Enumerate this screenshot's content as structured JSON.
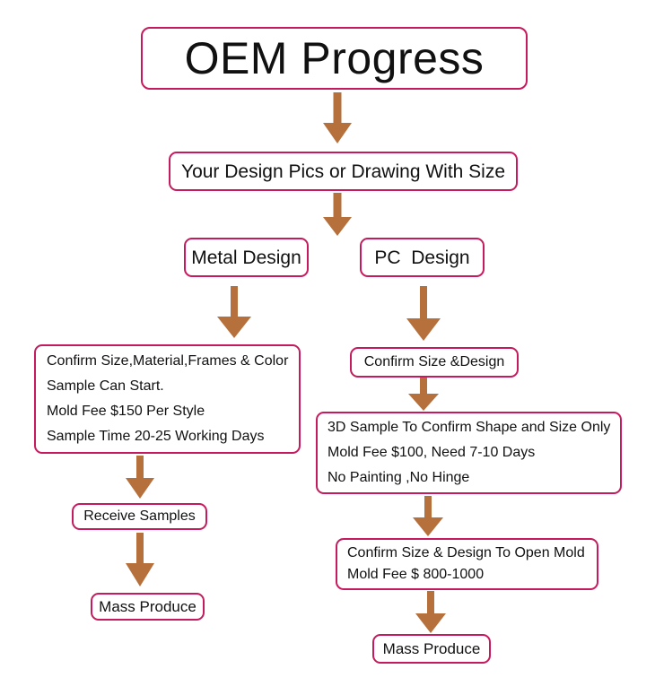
{
  "diagram": {
    "title_box": {
      "text": "OEM Progress"
    },
    "colors": {
      "box_border": "#C51B5E",
      "arrow": "#B5703C",
      "background": "#FFFFFF",
      "text": "#111111"
    },
    "nodes": {
      "design_input": {
        "text": "Your Design Pics or Drawing With Size"
      },
      "metal_design": {
        "text": "Metal Design"
      },
      "pc_design": {
        "text": "PC  Design"
      },
      "metal_detail": {
        "lines": [
          "Confirm Size,Material,Frames & Color",
          " Sample Can Start.",
          "Mold Fee $150 Per Style",
          "Sample Time 20-25 Working Days"
        ]
      },
      "receive_samples": {
        "text": "Receive Samples"
      },
      "mass_produce_left": {
        "text": "Mass Produce"
      },
      "confirm_size_design": {
        "text": "Confirm Size &Design"
      },
      "three_d_sample": {
        "lines": [
          "3D Sample To Confirm Shape and Size Only",
          "Mold Fee $100, Need 7-10 Days",
          "No Painting ,No Hinge"
        ]
      },
      "open_mold": {
        "lines": [
          "Confirm Size & Design To Open Mold",
          "Mold Fee $ 800-1000"
        ]
      },
      "mass_produce_right": {
        "text": "Mass Produce"
      }
    },
    "arrows": [
      {
        "name": "arrow-title-to-design-input",
        "from": "title_box",
        "to": "design_input"
      },
      {
        "name": "arrow-design-input-to-branch",
        "from": "design_input",
        "to": "metal_design / pc_design"
      },
      {
        "name": "arrow-metal-design-to-detail",
        "from": "metal_design",
        "to": "metal_detail"
      },
      {
        "name": "arrow-pc-design-to-confirm",
        "from": "pc_design",
        "to": "confirm_size_design"
      },
      {
        "name": "arrow-metal-detail-to-receive-samples",
        "from": "metal_detail",
        "to": "receive_samples"
      },
      {
        "name": "arrow-receive-samples-to-mass-produce",
        "from": "receive_samples",
        "to": "mass_produce_left"
      },
      {
        "name": "arrow-confirm-to-3d-sample",
        "from": "confirm_size_design",
        "to": "three_d_sample"
      },
      {
        "name": "arrow-3d-sample-to-open-mold",
        "from": "three_d_sample",
        "to": "open_mold"
      },
      {
        "name": "arrow-open-mold-to-mass-produce",
        "from": "open_mold",
        "to": "mass_produce_right"
      }
    ]
  }
}
